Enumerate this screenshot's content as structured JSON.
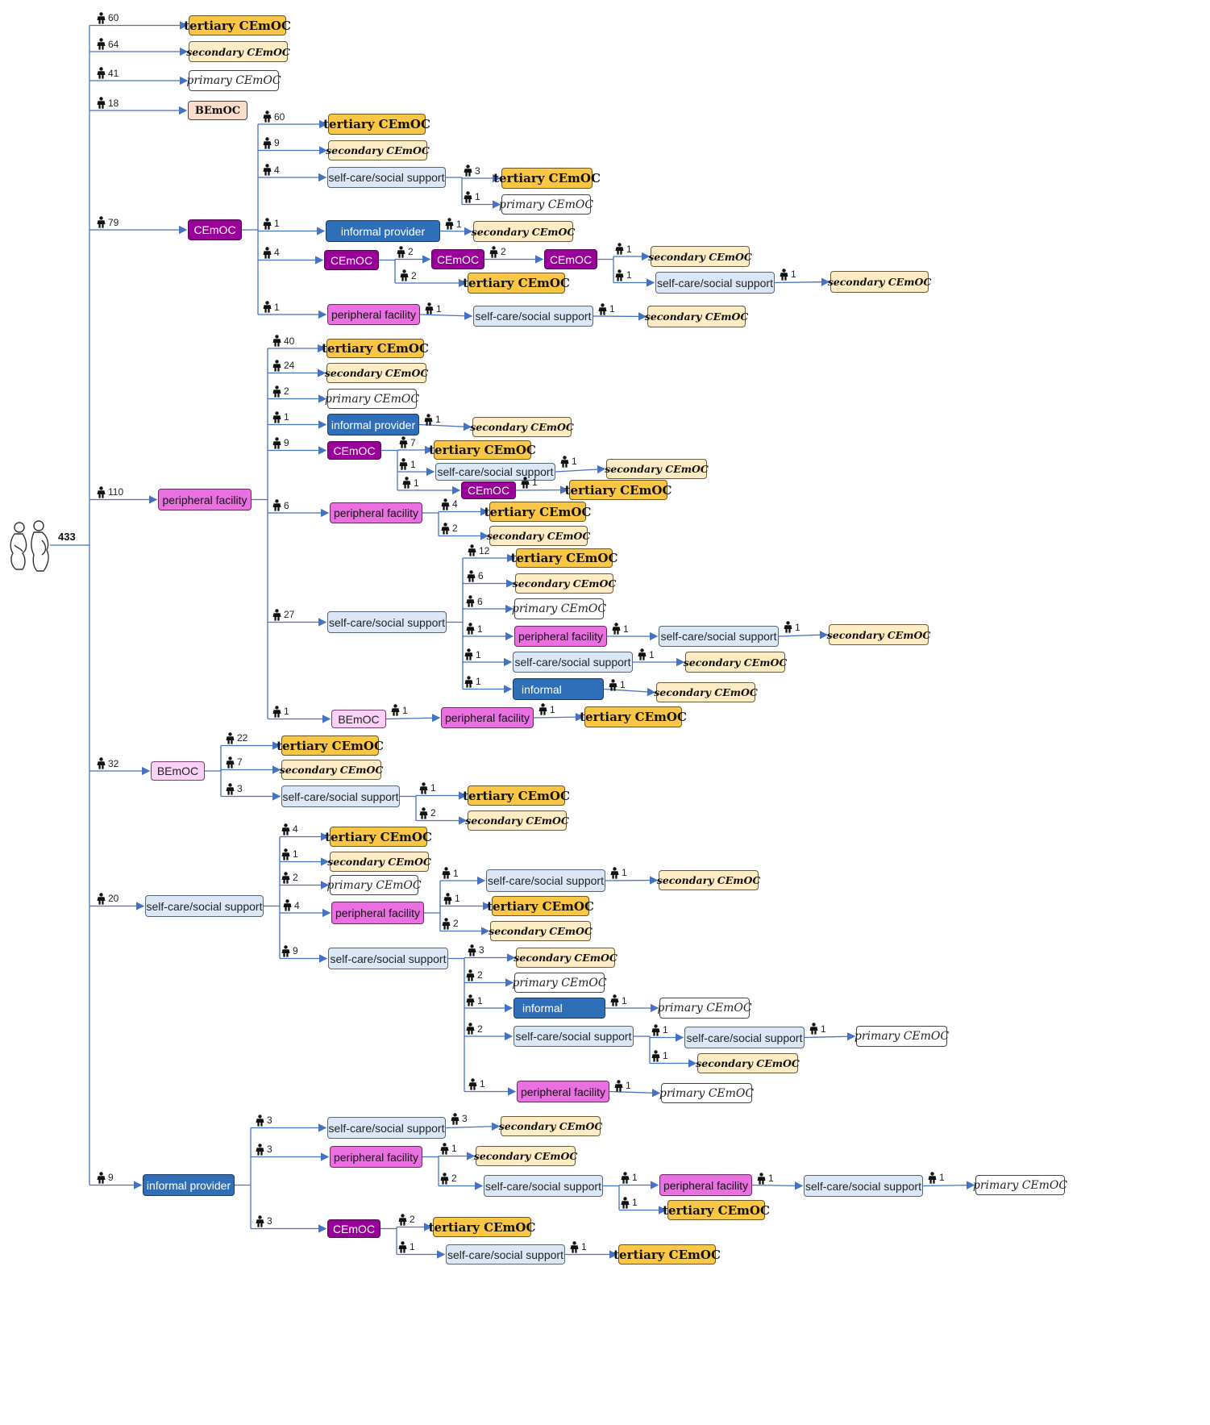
{
  "root": {
    "label": "433",
    "icon": "pregnant-women-icon"
  },
  "colors": {
    "line": "#4472c4",
    "tertiary": "#f9c645",
    "secondary": "#fdecc4",
    "primary": "#ffffff",
    "cemoc": "#990099",
    "informal": "#2f6fb8",
    "peripheral": "#ea6fe0",
    "selfcare": "#dce7f5",
    "bemoc": "#fbd2f5"
  },
  "nodes": {
    "a1": {
      "label": "tertiary CEmOC",
      "type": "tertiary"
    },
    "a2": {
      "label": "secondary CEmOC",
      "type": "secondary"
    },
    "a3": {
      "label": "primary CEmOC",
      "type": "primary"
    },
    "a4": {
      "label": "BEmOC",
      "type": "bemoc_top"
    },
    "c": {
      "label": "CEmOC",
      "type": "cemoc"
    },
    "c1": {
      "label": "tertiary CEmOC",
      "type": "tertiary"
    },
    "c2": {
      "label": "secondary CEmOC",
      "type": "secondary"
    },
    "c3": {
      "label": "self-care/social support",
      "type": "selfcare"
    },
    "c3a": {
      "label": "tertiary CEmOC",
      "type": "tertiary"
    },
    "c3b": {
      "label": "primary CEmOC",
      "type": "primary"
    },
    "c4": {
      "label": "informal provider",
      "type": "informal"
    },
    "c4a": {
      "label": "secondary CEmOC",
      "type": "secondary"
    },
    "c5": {
      "label": "CEmOC",
      "type": "cemoc"
    },
    "c5a": {
      "label": "CEmOC",
      "type": "cemoc"
    },
    "c5a1": {
      "label": "CEmOC",
      "type": "cemoc"
    },
    "c5a1a": {
      "label": "secondary CEmOC",
      "type": "secondary"
    },
    "c5a1b": {
      "label": "self-care/social support",
      "type": "selfcare"
    },
    "c5a1b1": {
      "label": "secondary CEmOC",
      "type": "secondary"
    },
    "c5b": {
      "label": "tertiary CEmOC",
      "type": "tertiary"
    },
    "c6": {
      "label": "peripheral facility",
      "type": "peripheral"
    },
    "c6a": {
      "label": "self-care/social support",
      "type": "selfcare"
    },
    "c6a1": {
      "label": "secondary CEmOC",
      "type": "secondary"
    },
    "p": {
      "label": "peripheral facility",
      "type": "peripheral"
    },
    "p1": {
      "label": "tertiary CEmOC",
      "type": "tertiary"
    },
    "p2": {
      "label": "secondary CEmOC",
      "type": "secondary"
    },
    "p3": {
      "label": "primary CEmOC",
      "type": "primary"
    },
    "p4": {
      "label": "informal provider",
      "type": "informal"
    },
    "p4a": {
      "label": "secondary CEmOC",
      "type": "secondary"
    },
    "p5": {
      "label": "CEmOC",
      "type": "cemoc"
    },
    "p5a": {
      "label": "tertiary CEmOC",
      "type": "tertiary"
    },
    "p5b": {
      "label": "self-care/social support",
      "type": "selfcare"
    },
    "p5b1": {
      "label": "secondary CEmOC",
      "type": "secondary"
    },
    "p5c": {
      "label": "CEmOC",
      "type": "cemoc"
    },
    "p5c1": {
      "label": "tertiary CEmOC",
      "type": "tertiary"
    },
    "p6": {
      "label": "peripheral facility",
      "type": "peripheral"
    },
    "p6a": {
      "label": "tertiary CEmOC",
      "type": "tertiary"
    },
    "p6b": {
      "label": "secondary CEmOC",
      "type": "secondary"
    },
    "p7": {
      "label": "self-care/social support",
      "type": "selfcare"
    },
    "p7a": {
      "label": "tertiary CEmOC",
      "type": "tertiary"
    },
    "p7b": {
      "label": "secondary CEmOC",
      "type": "secondary"
    },
    "p7c": {
      "label": "primary CEmOC",
      "type": "primary"
    },
    "p7d": {
      "label": "peripheral facility",
      "type": "peripheral"
    },
    "p7d1": {
      "label": "self-care/social support",
      "type": "selfcare"
    },
    "p7d1a": {
      "label": "secondary CEmOC",
      "type": "secondary"
    },
    "p7e": {
      "label": "self-care/social support",
      "type": "selfcare"
    },
    "p7e1": {
      "label": "secondary CEmOC",
      "type": "secondary"
    },
    "p7f": {
      "label": "informal",
      "type": "informal_short"
    },
    "p7f1": {
      "label": "secondary CEmOC",
      "type": "secondary"
    },
    "p8": {
      "label": "BEmOC",
      "type": "bemoc"
    },
    "p8a": {
      "label": "peripheral facility",
      "type": "peripheral"
    },
    "p8a1": {
      "label": "tertiary CEmOC",
      "type": "tertiary"
    },
    "b": {
      "label": "BEmOC",
      "type": "bemoc"
    },
    "b1": {
      "label": "tertiary CEmOC",
      "type": "tertiary"
    },
    "b2": {
      "label": "secondary CEmOC",
      "type": "secondary"
    },
    "b3": {
      "label": "self-care/social support",
      "type": "selfcare"
    },
    "b3a": {
      "label": "tertiary CEmOC",
      "type": "tertiary"
    },
    "b3b": {
      "label": "secondary CEmOC",
      "type": "secondary"
    },
    "s": {
      "label": "self-care/social support",
      "type": "selfcare"
    },
    "s1": {
      "label": "tertiary CEmOC",
      "type": "tertiary"
    },
    "s2": {
      "label": "secondary CEmOC",
      "type": "secondary"
    },
    "s3": {
      "label": "primary CEmOC",
      "type": "primary"
    },
    "s4": {
      "label": "peripheral facility",
      "type": "peripheral"
    },
    "s4a": {
      "label": "self-care/social support",
      "type": "selfcare"
    },
    "s4a1": {
      "label": "secondary CEmOC",
      "type": "secondary"
    },
    "s4b": {
      "label": "tertiary CEmOC",
      "type": "tertiary"
    },
    "s4c": {
      "label": "secondary CEmOC",
      "type": "secondary"
    },
    "s5": {
      "label": "self-care/social support",
      "type": "selfcare"
    },
    "s5a": {
      "label": "secondary CEmOC",
      "type": "secondary"
    },
    "s5b": {
      "label": "primary CEmOC",
      "type": "primary"
    },
    "s5c": {
      "label": "informal",
      "type": "informal_short"
    },
    "s5c1": {
      "label": "primary CEmOC",
      "type": "primary"
    },
    "s5d": {
      "label": "self-care/social support",
      "type": "selfcare"
    },
    "s5d1": {
      "label": "self-care/social support",
      "type": "selfcare"
    },
    "s5d1a": {
      "label": "primary CEmOC",
      "type": "primary"
    },
    "s5d2": {
      "label": "secondary CEmOC",
      "type": "secondary"
    },
    "s5e": {
      "label": "peripheral facility",
      "type": "peripheral"
    },
    "s5e1": {
      "label": "primary CEmOC",
      "type": "primary"
    },
    "i": {
      "label": "informal provider",
      "type": "informal"
    },
    "i1": {
      "label": "self-care/social support",
      "type": "selfcare"
    },
    "i1a": {
      "label": "secondary CEmOC",
      "type": "secondary"
    },
    "i2": {
      "label": "peripheral facility",
      "type": "peripheral"
    },
    "i2a": {
      "label": "secondary CEmOC",
      "type": "secondary"
    },
    "i2b": {
      "label": "self-care/social support",
      "type": "selfcare"
    },
    "i2b1": {
      "label": "peripheral facility",
      "type": "peripheral"
    },
    "i2b1a": {
      "label": "self-care/social support",
      "type": "selfcare"
    },
    "i2b1a1": {
      "label": "primary CEmOC",
      "type": "primary"
    },
    "i2b2": {
      "label": "tertiary CEmOC",
      "type": "tertiary"
    },
    "i3": {
      "label": "CEmOC",
      "type": "cemoc"
    },
    "i3a": {
      "label": "tertiary CEmOC",
      "type": "tertiary"
    },
    "i3b": {
      "label": "self-care/social support",
      "type": "selfcare"
    },
    "i3b1": {
      "label": "tertiary CEmOC",
      "type": "tertiary"
    }
  },
  "counts": {
    "a1": "60",
    "a2": "64",
    "a3": "41",
    "a4": "18",
    "c": "79",
    "c1": "60",
    "c2": "9",
    "c3": "4",
    "c3a": "3",
    "c3b": "1",
    "c4": "1",
    "c4a": "1",
    "c5": "4",
    "c5a": "2",
    "c5a1": "2",
    "c5a1a": "1",
    "c5a1b": "1",
    "c5a1b1": "1",
    "c5b": "2",
    "c6": "1",
    "c6a": "1",
    "c6a1": "1",
    "p": "110",
    "p1": "40",
    "p2": "24",
    "p3": "2",
    "p4": "1",
    "p4a": "1",
    "p5": "9",
    "p5a": "7",
    "p5b": "1",
    "p5b1": "1",
    "p5c": "1",
    "p5c1": "1",
    "p6": "6",
    "p6a": "4",
    "p6b": "2",
    "p7": "27",
    "p7a": "12",
    "p7b": "6",
    "p7c": "6",
    "p7d": "1",
    "p7d1": "1",
    "p7d1a": "1",
    "p7e": "1",
    "p7e1": "1",
    "p7f": "1",
    "p7f1": "1",
    "p8": "1",
    "p8a": "1",
    "p8a1": "1",
    "b": "32",
    "b1": "22",
    "b2": "7",
    "b3": "3",
    "b3a": "1",
    "b3b": "2",
    "s": "20",
    "s1": "4",
    "s2": "1",
    "s3": "2",
    "s4": "4",
    "s4a": "1",
    "s4a1": "1",
    "s4b": "1",
    "s4c": "2",
    "s5": "9",
    "s5a": "3",
    "s5b": "2",
    "s5c": "1",
    "s5c1": "1",
    "s5d": "2",
    "s5d1": "1",
    "s5d1a": "1",
    "s5d2": "1",
    "s5e": "1",
    "s5e1": "1",
    "i": "9",
    "i1": "3",
    "i1a": "3",
    "i2": "3",
    "i2a": "1",
    "i2b": "2",
    "i2b1": "1",
    "i2b1a": "1",
    "i2b1a1": "1",
    "i2b2": "1",
    "i3": "3",
    "i3a": "2",
    "i3b": "1",
    "i3b1": "1"
  }
}
